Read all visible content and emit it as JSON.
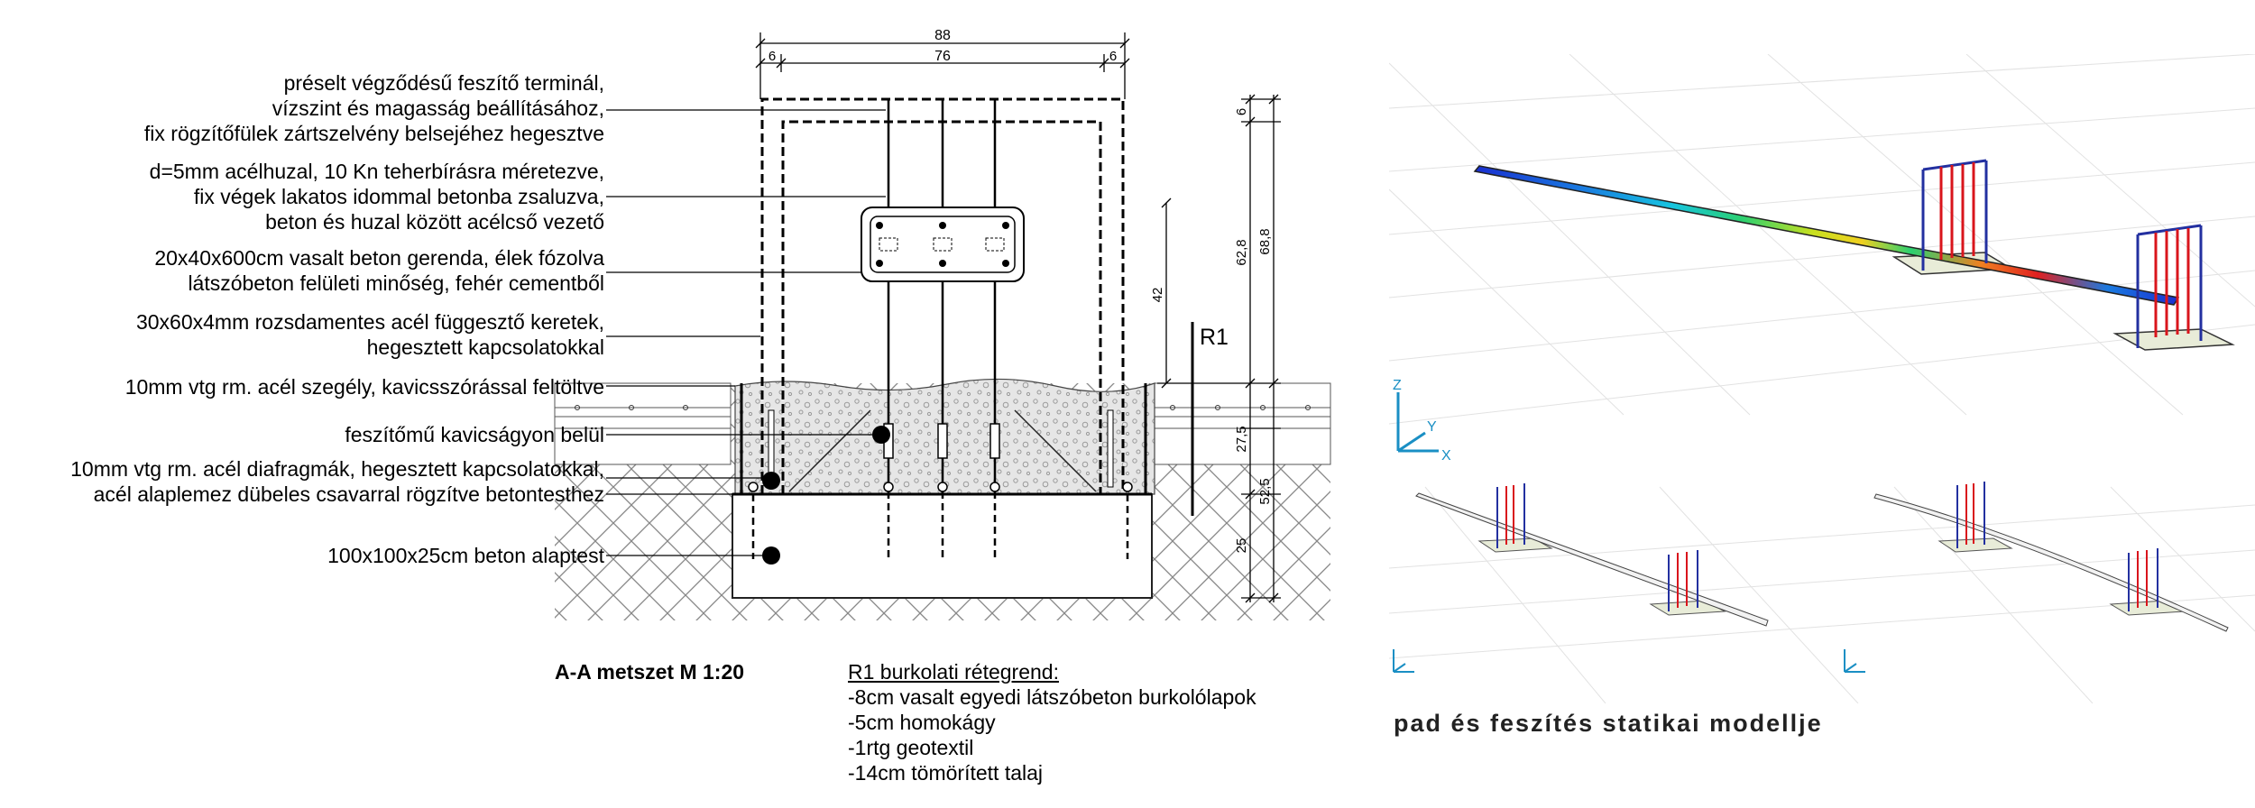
{
  "section": {
    "title": "A-A metszet M 1:20",
    "labels": [
      "préselt végződésű feszítő terminál,",
      "vízszint és magasság beállításához,",
      "fix rögzítőfülek zártszelvény belsejéhez hegesztve",
      "d=5mm acélhuzal,  10 Kn teherbírásra méretezve,",
      "fix végek lakatos idommal betonba zsaluzva,",
      "beton és huzal között acélcső vezető",
      "20x40x600cm vasalt beton gerenda, élek fózolva",
      "látszóbeton felületi minőség, fehér cementből",
      "30x60x4mm rozsdamentes acél függesztő keretek,",
      "hegesztett kapcsolatokkal",
      "10mm vtg rm. acél szegély, kavicsszórással feltöltve",
      "feszítőmű kavicságyon belül",
      "10mm vtg rm. acél diafragmák, hegesztett kapcsolatokkal,",
      "acél alaplemez dübeles csavarral rögzítve betontesthez",
      "100x100x25cm beton alaptest"
    ],
    "dimensions": {
      "top_total": "88",
      "top_left": "6",
      "top_mid": "76",
      "top_right": "6",
      "v_6": "6",
      "v_62_8": "62,8",
      "v_68_8": "68,8",
      "v_42": "42",
      "v_27_5": "27,5",
      "v_52_5": "52,5",
      "v_25": "25"
    },
    "layer_tag": "R1"
  },
  "layers": {
    "heading": "R1 burkolati rétegrend:",
    "items": [
      "-8cm vasalt egyedi látszóbeton burkolólapok",
      "-5cm homokágy",
      "-1rtg geotextil",
      "-14cm tömörített talaj"
    ]
  },
  "models": {
    "caption": "pad és feszítés statikai modellje",
    "axes": {
      "z": "Z",
      "y": "Y",
      "x": "X"
    }
  },
  "colors": {
    "line": "#000000",
    "axis": "#1a8fc4",
    "post_red": "#d9151c",
    "post_blue": "#2330a0",
    "pad": "#e8ecd8"
  }
}
